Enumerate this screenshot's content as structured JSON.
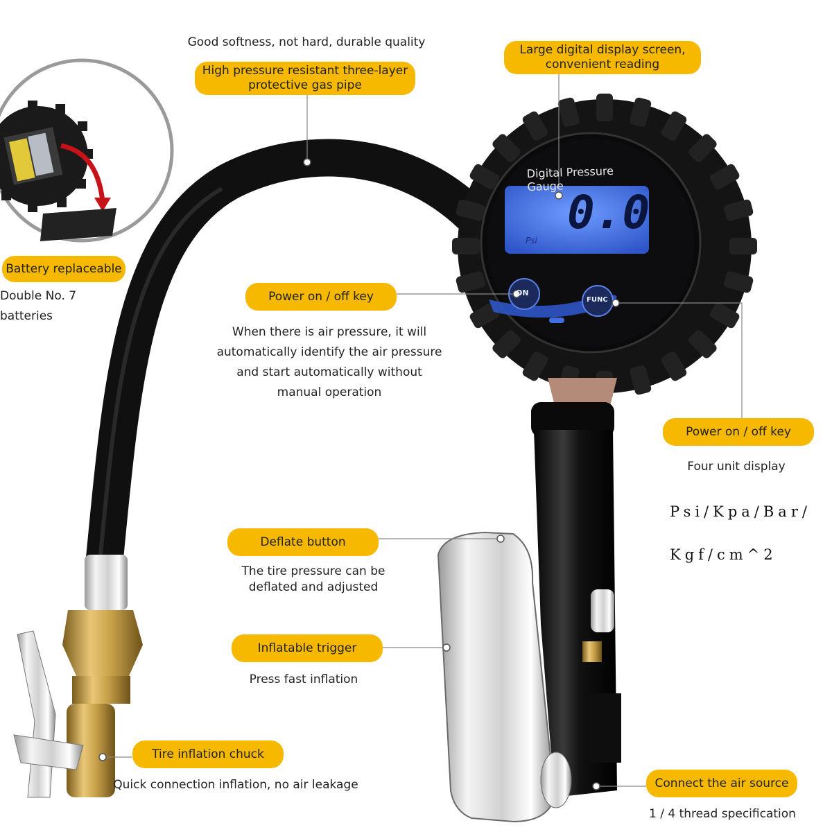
{
  "labels": {
    "pipe_note": "Good softness, not hard, durable quality",
    "pipe_pill": "High pressure resistant three-layer protective gas pipe",
    "display_pill": "Large digital display screen, convenient reading",
    "battery_pill": "Battery replaceable",
    "battery_note": "Double No. 7 batteries",
    "power_pill_left": "Power on / off key",
    "auto_note": "When there is air pressure, it will automatically identify the air pressure and start automatically without manual operation",
    "power_pill_right": "Power on / off key",
    "unit_note": "Four unit display",
    "units_line1": "Psi/Kpa/Bar/",
    "units_line2": "Kgf/cm^2",
    "deflate_pill": "Deflate button",
    "deflate_note": "The tire pressure can be deflated and adjusted",
    "trigger_pill": "Inflatable trigger",
    "trigger_note": "Press fast inflation",
    "chuck_pill": "Tire inflation chuck",
    "chuck_note": "Quick connection inflation, no air leakage",
    "air_pill": "Connect the air source",
    "air_note": "1 / 4 thread specification"
  },
  "gauge": {
    "title": "Digital Pressure Gauge",
    "reading": "0.0",
    "unit": "Psi",
    "on_label": "ON",
    "func_label": "FUNC"
  },
  "colors": {
    "accent": "#f7b800",
    "lcd": "#3f6fe0",
    "rubber": "#141414",
    "brass": "#c9a24a",
    "chrome": "#d8d8d8"
  }
}
